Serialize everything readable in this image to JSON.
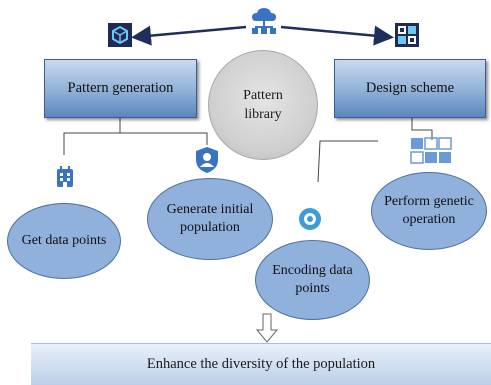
{
  "top_box_left": "Pattern generation",
  "top_box_right": "Design scheme",
  "library": {
    "line1": "Pattern",
    "line2": "library"
  },
  "ovals": {
    "get_data_points": "Get data points",
    "generate_pop": {
      "line1": "Generate initial",
      "line2": "population"
    },
    "encoding": {
      "line1": "Encoding data",
      "line2": "points"
    },
    "genetic": {
      "line1": "Perform genetic",
      "line2": "operation"
    }
  },
  "bottom_banner": "Enhance the diversity of the population",
  "icons": [
    "cloud-network-icon",
    "cube-app-icon",
    "grid-blocks-icon",
    "building-icon",
    "user-shield-icon",
    "target-gear-icon",
    "tiles-icon",
    "hollow-down-arrow-icon"
  ],
  "colors": {
    "box_dark": "#5b86bd",
    "oval": "#8fb1dc",
    "library": "#cfcfcf",
    "arrow": "#1f2f5c"
  }
}
